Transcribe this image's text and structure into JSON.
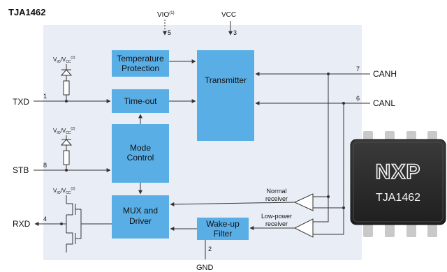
{
  "title": "TJA1462",
  "colors": {
    "panel": "#e9eef6",
    "block": "#5aaee6",
    "line": "#333333",
    "chip_body": "#2d2d2d",
    "chip_text": "#f2f2f2",
    "pin": "#c9c9c9"
  },
  "supply": {
    "vio_label": "VIO",
    "vio_sup": "(1)",
    "vio_pin": "5",
    "vcc_label": "VCC",
    "vcc_pin": "3"
  },
  "pins": {
    "txd": {
      "label": "TXD",
      "num": "1"
    },
    "stb": {
      "label": "STB",
      "num": "8"
    },
    "rxd": {
      "label": "RXD",
      "num": "4"
    },
    "canh": {
      "label": "CANH",
      "num": "7"
    },
    "canl": {
      "label": "CANL",
      "num": "6"
    },
    "gnd": {
      "label": "GND",
      "num": "2"
    }
  },
  "pullup_labels": {
    "main": "V",
    "sub1": "IO",
    "slash": "/V",
    "sub2": "CC",
    "sup": "(2)"
  },
  "blocks": {
    "temperature": {
      "line1": "Temperature",
      "line2": "Protection"
    },
    "transmitter": {
      "line1": "Transmitter"
    },
    "timeout": {
      "line1": "Time-out"
    },
    "mode": {
      "line1": "Mode",
      "line2": "Control"
    },
    "mux": {
      "line1": "MUX and",
      "line2": "Driver"
    },
    "wakeup": {
      "line1": "Wake-up",
      "line2": "Filter"
    }
  },
  "receivers": {
    "normal": {
      "line1": "Normal",
      "line2": "receiver"
    },
    "lowpower": {
      "line1": "Low-power",
      "line2": "receiver"
    }
  },
  "chip": {
    "logo": "NXP",
    "part": "TJA1462"
  }
}
